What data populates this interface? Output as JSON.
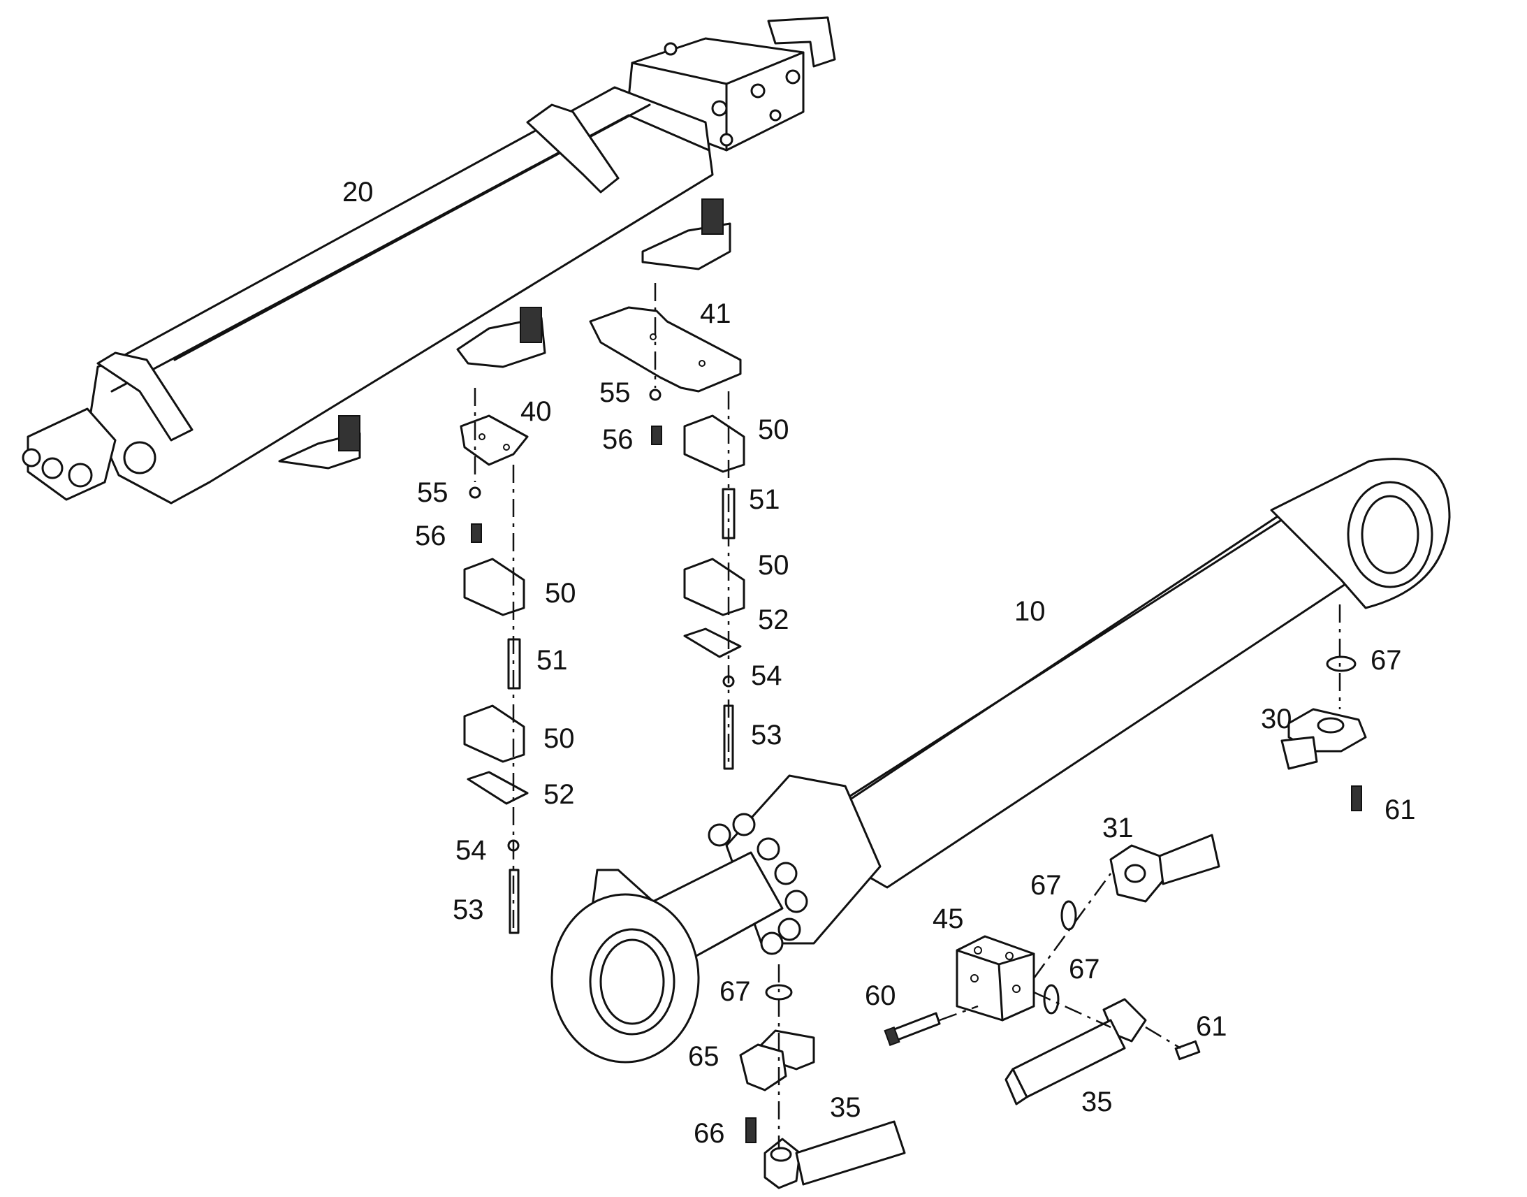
{
  "diagram": {
    "callouts": [
      {
        "id": "c-20",
        "text": "20"
      },
      {
        "id": "c-41",
        "text": "41"
      },
      {
        "id": "c-40",
        "text": "40"
      },
      {
        "id": "c-55a",
        "text": "55"
      },
      {
        "id": "c-56a",
        "text": "56"
      },
      {
        "id": "c-55b",
        "text": "55"
      },
      {
        "id": "c-56b",
        "text": "56"
      },
      {
        "id": "c-50a",
        "text": "50"
      },
      {
        "id": "c-50b",
        "text": "50"
      },
      {
        "id": "c-50c",
        "text": "50"
      },
      {
        "id": "c-50d",
        "text": "50"
      },
      {
        "id": "c-51a",
        "text": "51"
      },
      {
        "id": "c-51b",
        "text": "51"
      },
      {
        "id": "c-52a",
        "text": "52"
      },
      {
        "id": "c-52b",
        "text": "52"
      },
      {
        "id": "c-54a",
        "text": "54"
      },
      {
        "id": "c-54b",
        "text": "54"
      },
      {
        "id": "c-53a",
        "text": "53"
      },
      {
        "id": "c-53b",
        "text": "53"
      },
      {
        "id": "c-10",
        "text": "10"
      },
      {
        "id": "c-67a",
        "text": "67"
      },
      {
        "id": "c-67b",
        "text": "67"
      },
      {
        "id": "c-67c",
        "text": "67"
      },
      {
        "id": "c-67d",
        "text": "67"
      },
      {
        "id": "c-30",
        "text": "30"
      },
      {
        "id": "c-61a",
        "text": "61"
      },
      {
        "id": "c-61b",
        "text": "61"
      },
      {
        "id": "c-31",
        "text": "31"
      },
      {
        "id": "c-45",
        "text": "45"
      },
      {
        "id": "c-60",
        "text": "60"
      },
      {
        "id": "c-65",
        "text": "65"
      },
      {
        "id": "c-66",
        "text": "66"
      },
      {
        "id": "c-35a",
        "text": "35"
      },
      {
        "id": "c-35b",
        "text": "35"
      }
    ]
  }
}
